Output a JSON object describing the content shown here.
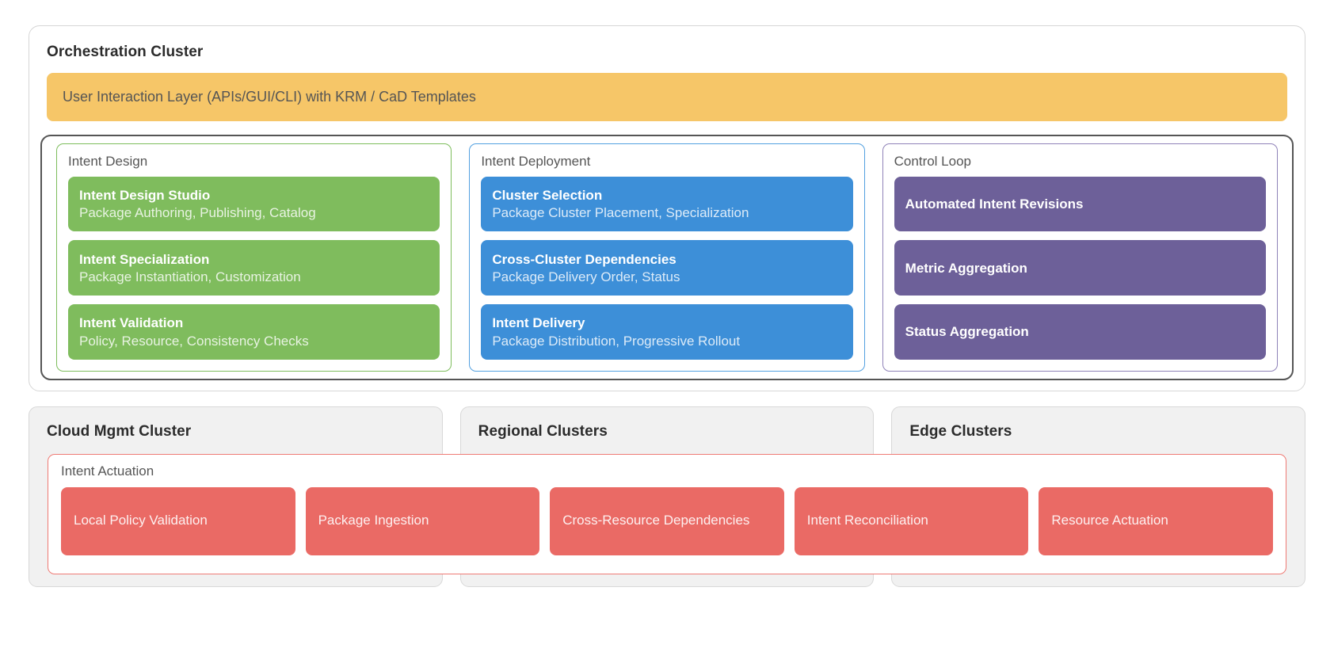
{
  "orchestration": {
    "title": "Orchestration Cluster",
    "user_layer": "User Interaction Layer (APIs/GUI/CLI) with KRM / CaD Templates",
    "columns": [
      {
        "title": "Intent Design",
        "accent": "#7fbc5d",
        "items": [
          {
            "title": "Intent Design Studio",
            "subtitle": "Package Authoring, Publishing, Catalog"
          },
          {
            "title": "Intent Specialization",
            "subtitle": "Package Instantiation, Customization"
          },
          {
            "title": "Intent Validation",
            "subtitle": "Policy, Resource, Consistency Checks"
          }
        ]
      },
      {
        "title": "Intent Deployment",
        "accent": "#3d8fd8",
        "items": [
          {
            "title": "Cluster Selection",
            "subtitle": "Package Cluster Placement, Specialization"
          },
          {
            "title": "Cross-Cluster Dependencies",
            "subtitle": "Package Delivery Order, Status"
          },
          {
            "title": "Intent Delivery",
            "subtitle": "Package Distribution, Progressive Rollout"
          }
        ]
      },
      {
        "title": "Control Loop",
        "accent": "#6d6099",
        "items": [
          {
            "title": "Automated Intent Revisions",
            "subtitle": ""
          },
          {
            "title": "Metric Aggregation",
            "subtitle": ""
          },
          {
            "title": "Status Aggregation",
            "subtitle": ""
          }
        ]
      }
    ]
  },
  "bottom": {
    "clusters": [
      {
        "title": "Cloud Mgmt Cluster"
      },
      {
        "title": "Regional Clusters"
      },
      {
        "title": "Edge Clusters"
      }
    ],
    "actuation": {
      "title": "Intent Actuation",
      "accent": "#ea6a65",
      "items": [
        {
          "label": "Local Policy Validation"
        },
        {
          "label": "Package Ingestion"
        },
        {
          "label": "Cross-Resource Dependencies"
        },
        {
          "label": "Intent Reconciliation"
        },
        {
          "label": "Resource Actuation"
        }
      ]
    }
  },
  "colors": {
    "orange": "#f6c668",
    "green": "#7fbc5d",
    "blue": "#3d8fd8",
    "purple": "#6d6099",
    "red": "#ea6a65",
    "panel_gray": "#f1f1f1"
  }
}
